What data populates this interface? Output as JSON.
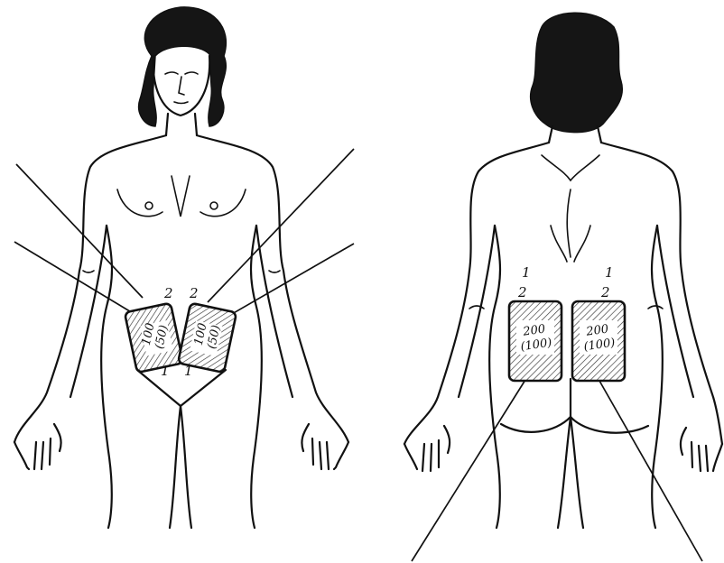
{
  "front": {
    "pad_left": {
      "value": "100",
      "sub": "(50)"
    },
    "pad_right": {
      "value": "100",
      "sub": "(50)"
    },
    "edge_top": "2",
    "edge_bottom": "1"
  },
  "back": {
    "pad_left": {
      "value": "200",
      "sub": "(100)"
    },
    "pad_right": {
      "value": "200",
      "sub": "(100)"
    },
    "edge_1": "1",
    "edge_2": "2"
  },
  "colors": {
    "ink": "#111111",
    "paper": "#ffffff"
  }
}
